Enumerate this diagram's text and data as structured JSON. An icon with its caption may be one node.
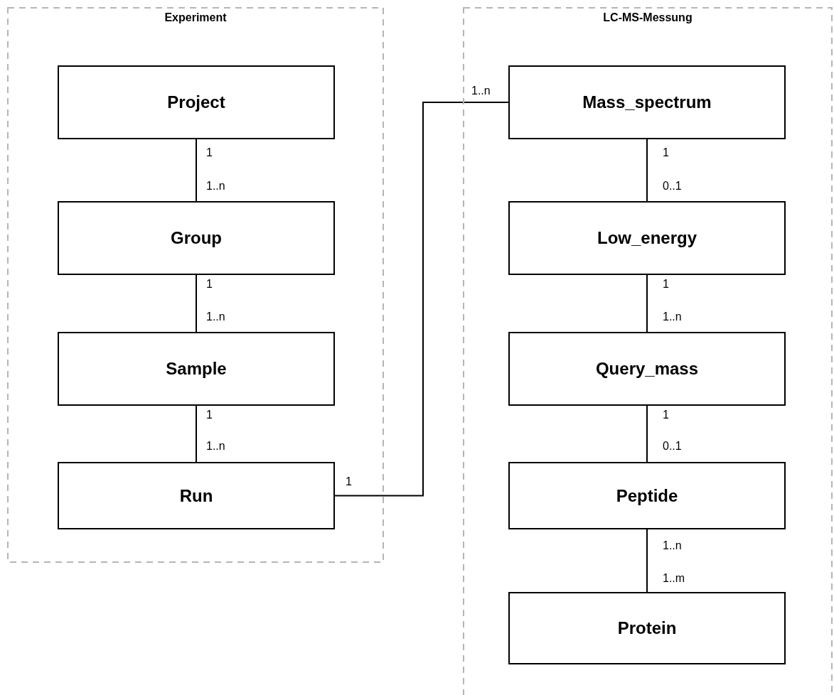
{
  "diagram": {
    "nodes": [
      {
        "text": [
          "Experiment"
        ]
      },
      {
        "text": [
          "Project"
        ],
        "in": 0
      },
      {
        "text": [
          "Group"
        ],
        "in": 0
      },
      {
        "text": [
          "Sample"
        ],
        "in": 0
      },
      {
        "text": [
          "Run"
        ],
        "in": 0
      },
      {
        "text": [
          "LC-MS-Messung"
        ]
      },
      {
        "text": [
          "Mass_spectrum"
        ],
        "in": 5
      },
      {
        "text": [
          "Low_energy"
        ],
        "in": 5
      },
      {
        "text": [
          "Query_mass"
        ],
        "in": 5
      },
      {
        "text": [
          "Peptide"
        ],
        "in": 5
      },
      {
        "text": [
          "Protein"
        ],
        "in": 5
      }
    ],
    "edges": [
      {
        "from": 1,
        "to": 2,
        "arrow": "none"
      },
      {
        "from": 2,
        "to": 3,
        "arrow": "none"
      },
      {
        "from": 3,
        "to": 4,
        "arrow": "none"
      },
      {
        "from": 4,
        "to": 6,
        "arrow": "none"
      },
      {
        "from": 6,
        "to": 7,
        "arrow": "none"
      },
      {
        "from": 7,
        "to": 8,
        "arrow": "none"
      },
      {
        "from": 8,
        "to": 9,
        "arrow": "none"
      },
      {
        "from": 9,
        "to": 10,
        "arrow": "none"
      }
    ],
    "labels": [
      "1..n",
      "1",
      "1",
      "1..n",
      "0..1",
      "1",
      "1",
      "1..n",
      "1..n",
      "1",
      "1",
      "1..n",
      "0..1",
      "1",
      "1..n",
      "1..m"
    ]
  }
}
